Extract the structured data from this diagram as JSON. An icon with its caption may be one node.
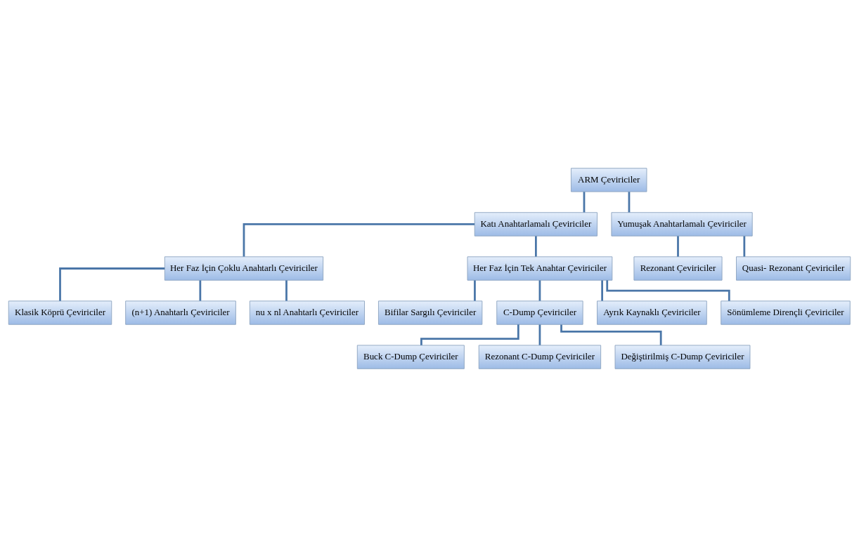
{
  "diagram": {
    "nodes": [
      {
        "text": [
          "ARM Çeviriciler"
        ]
      },
      {
        "text": [
          "Katı Anahtarlamalı Çeviriciler"
        ]
      },
      {
        "text": [
          "Yumuşak Anahtarlamalı Çeviriciler"
        ]
      },
      {
        "text": [
          "Her Faz İçin Çoklu Anahtarlı Çeviriciler"
        ]
      },
      {
        "text": [
          "Her Faz İçin Tek Anahtar Çeviriciler"
        ]
      },
      {
        "text": [
          "Rezonant Çeviriciler"
        ]
      },
      {
        "text": [
          "Quasi- Rezonant Çeviriciler"
        ]
      },
      {
        "text": [
          "Klasik Köprü Çeviriciler"
        ]
      },
      {
        "text": [
          "(n+1) Anahtarlı Çeviriciler"
        ]
      },
      {
        "text": [
          "nu x nl Anahtarlı Çeviriciler"
        ]
      },
      {
        "text": [
          "Bifilar Sargılı Çeviriciler"
        ]
      },
      {
        "text": [
          "C-Dump Çeviriciler"
        ]
      },
      {
        "text": [
          "Ayrık Kaynaklı Çeviriciler"
        ]
      },
      {
        "text": [
          "Sönümleme Dirençli Çeviriciler"
        ]
      },
      {
        "text": [
          "Buck C-Dump Çeviriciler"
        ]
      },
      {
        "text": [
          "Rezonant C-Dump Çeviriciler"
        ]
      },
      {
        "text": [
          "Değiştirilmiş C-Dump Çeviriciler"
        ]
      }
    ],
    "edges": [
      {
        "from": 0,
        "to": 1,
        "arrow": "none"
      },
      {
        "from": 0,
        "to": 2,
        "arrow": "none"
      },
      {
        "from": 1,
        "to": 3,
        "arrow": "none"
      },
      {
        "from": 1,
        "to": 4,
        "arrow": "none"
      },
      {
        "from": 2,
        "to": 5,
        "arrow": "none"
      },
      {
        "from": 2,
        "to": 6,
        "arrow": "none"
      },
      {
        "from": 3,
        "to": 7,
        "arrow": "none"
      },
      {
        "from": 3,
        "to": 8,
        "arrow": "none"
      },
      {
        "from": 3,
        "to": 9,
        "arrow": "none"
      },
      {
        "from": 4,
        "to": 10,
        "arrow": "none"
      },
      {
        "from": 4,
        "to": 11,
        "arrow": "none"
      },
      {
        "from": 4,
        "to": 12,
        "arrow": "none"
      },
      {
        "from": 4,
        "to": 13,
        "arrow": "none"
      },
      {
        "from": 11,
        "to": 14,
        "arrow": "none"
      },
      {
        "from": 11,
        "to": 15,
        "arrow": "none"
      },
      {
        "from": 11,
        "to": 16,
        "arrow": "none"
      }
    ]
  }
}
